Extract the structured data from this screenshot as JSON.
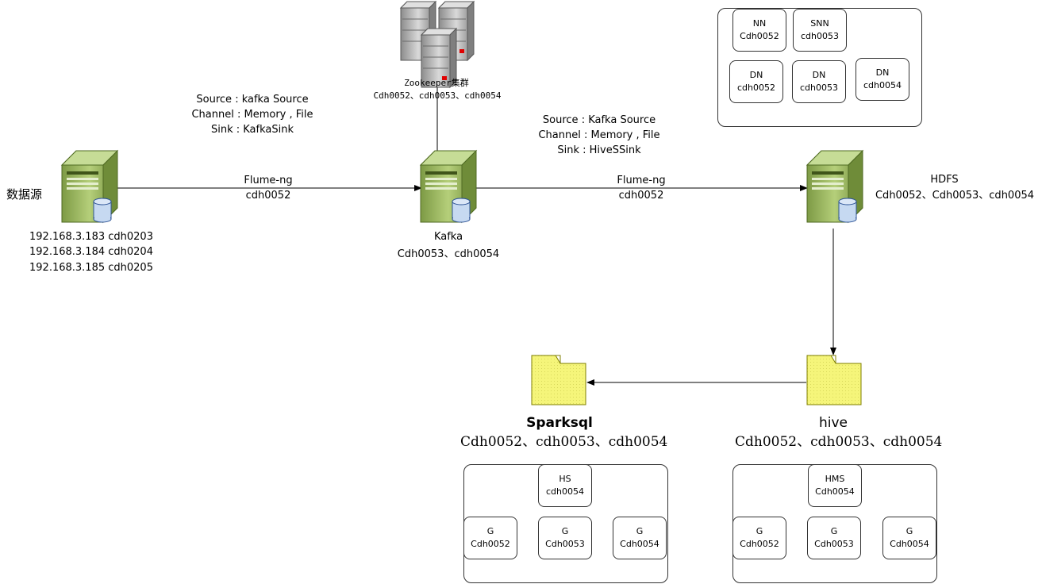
{
  "source": {
    "title": "数据源",
    "hosts": [
      "192.168.3.183 cdh0203",
      "192.168.3.184 cdh0204",
      "192.168.3.185 cdh0205"
    ]
  },
  "flume1": {
    "config": [
      "Source : kafka   Source",
      "Channel : Memory , File",
      "Sink : KafkaSink"
    ],
    "label": "Flume-ng",
    "host": "cdh0052"
  },
  "zookeeper": {
    "title": "Zookeeper集群",
    "hosts": "Cdh0052、cdh0053、cdh0054"
  },
  "kafka": {
    "title": "Kafka",
    "hosts": "Cdh0053、cdh0054"
  },
  "flume2": {
    "config": [
      "Source : Kafka Source",
      "Channel : Memory , File",
      "Sink : HiveSSink"
    ],
    "label": "Flume-ng",
    "host": "cdh0052"
  },
  "hdfs": {
    "title": "HDFS",
    "hosts": "Cdh0052、Cdh0053、cdh0054",
    "nodes": [
      {
        "role": "NN",
        "host": "Cdh0052"
      },
      {
        "role": "SNN",
        "host": "cdh0053"
      },
      {
        "role": "DN",
        "host": "cdh0052"
      },
      {
        "role": "DN",
        "host": "cdh0053"
      },
      {
        "role": "DN",
        "host": "cdh0054"
      }
    ]
  },
  "hive": {
    "title": "hive",
    "hosts": "Cdh0052、cdh0053、cdh0054",
    "nodes": [
      {
        "role": "HMS",
        "host": "Cdh0054"
      },
      {
        "role": "G",
        "host": "Cdh0052"
      },
      {
        "role": "G",
        "host": "Cdh0053"
      },
      {
        "role": "G",
        "host": "Cdh0054"
      }
    ]
  },
  "sparksql": {
    "title": "Sparksql",
    "hosts": "Cdh0052、cdh0053、cdh0054",
    "nodes": [
      {
        "role": "HS",
        "host": "cdh0054"
      },
      {
        "role": "G",
        "host": "Cdh0052"
      },
      {
        "role": "G",
        "host": "Cdh0053"
      },
      {
        "role": "G",
        "host": "Cdh0054"
      }
    ]
  },
  "colors": {
    "server_green": "#9dbb61",
    "server_dark": "#5e7a2e",
    "folder_yellow": "#f5f57a",
    "db_blue": "#c6d9f1",
    "rack_gray": "#a6a6a6",
    "led_red": "#e00000"
  }
}
